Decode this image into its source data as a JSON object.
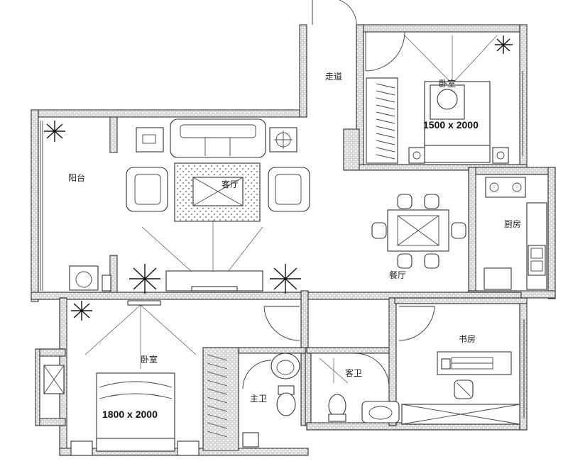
{
  "rooms": {
    "corridor": "走道",
    "bedroom_top": "卧室",
    "bed_top_size": "1500 x 2000",
    "balcony": "阳台",
    "living": "客厅",
    "kitchen": "厨房",
    "dining": "餐厅",
    "bedroom_bottom": "卧室",
    "bed_bottom_size": "1800 x 2000",
    "master_bath": "主卫",
    "guest_bath": "客卫",
    "study": "书房"
  }
}
